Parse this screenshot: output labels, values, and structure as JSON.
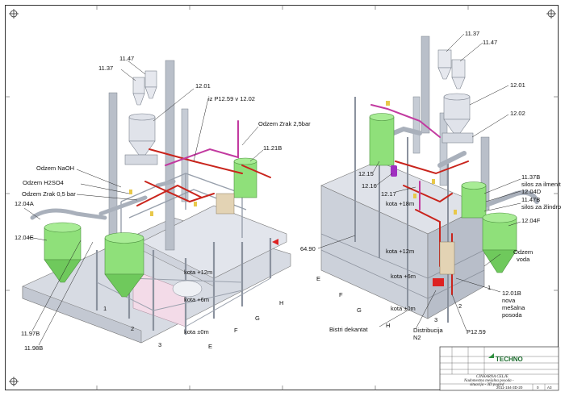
{
  "labels_left": {
    "l1147": "11.47",
    "l1137": "11.37",
    "l1201": "12.01",
    "iz": "iz P12.59 v 12.02",
    "zrak25": "Odzem Zrak 2,5bar",
    "l1121b": "11.21B",
    "naoh": "Odzem NaOH",
    "h2so4": "Odzem H2SO4",
    "zrak05": "Odzem Zrak 0,5 bar",
    "l1204a": "12.04A",
    "l1204e": "12.04E",
    "l1197b": "11.97B",
    "l1198b": "11.98B",
    "kota12": "kota +12m",
    "kota6": "kota +6m",
    "kota0": "kota ±0m",
    "n1": "1",
    "n2": "2",
    "n3": "3",
    "e": "E",
    "f": "F",
    "g": "G",
    "h": "H"
  },
  "labels_right": {
    "l1137": "11.37",
    "l1147": "11.47",
    "l1201": "12.01",
    "l1202": "12.02",
    "l1215": "12.15",
    "l1216": "12.16",
    "l1217": "12.17",
    "kota18": "kota +18m",
    "kota12": "kota +12m",
    "kota6": "kota +6m",
    "kota0": "kota ±0m",
    "l1137b": "11.37B",
    "ilmenit": "silos za ilmenit",
    "l1204d": "12.04D",
    "l1147b": "11.47B",
    "zlindra": "silos za žlindro",
    "l1204f": "12.04F",
    "odzem_voda_1": "Odzem",
    "odzem_voda_2": "voda",
    "l6490": "64.90",
    "l1201b": "12.01B",
    "nova_1": "nova",
    "nova_2": "mešalna",
    "nova_3": "posoda",
    "dekantat": "Bistri dekantat",
    "distrib_1": "Distribucija",
    "distrib_2": "N2",
    "p1259": "P12.59",
    "n1": "1",
    "n2": "2",
    "n3": "3",
    "e": "E",
    "f": "F",
    "g": "G",
    "h": "H"
  },
  "title_block": {
    "logo": "TECHNO",
    "project": "CINKARNA CELJE",
    "title_1": "Nadomestna mešalna posoda -",
    "title_2": "situacija - 3D pogled",
    "drawing_no": "2011-154-3D-20",
    "sheet": "0",
    "format": "A3"
  },
  "colors": {
    "tank_green": "#8fe07a",
    "tank_green_dark": "#5cb04c",
    "steel": "#b9bfc9",
    "steel_dark": "#8b929e",
    "floor": "#d7dbe3",
    "pipe_red": "#c9241c",
    "pipe_magenta": "#c23aa0",
    "pipe_grey": "#a9b0bb"
  }
}
